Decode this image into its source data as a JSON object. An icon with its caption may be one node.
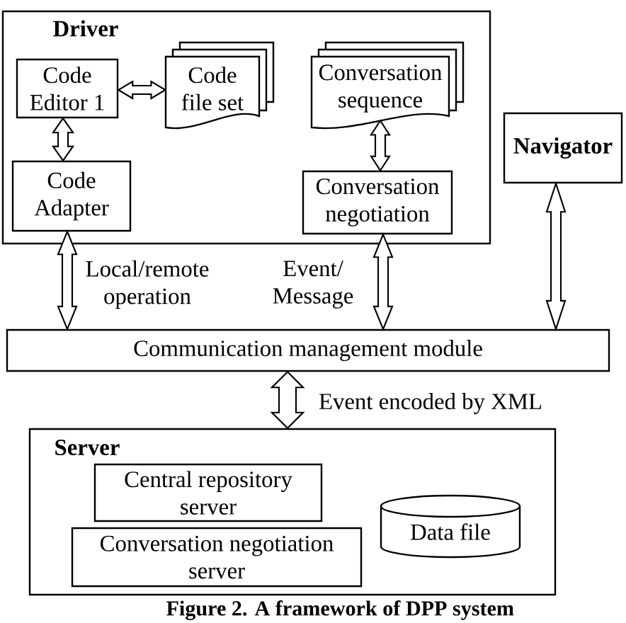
{
  "diagram": {
    "caption": "Figure 2. A framework of DPP system",
    "nodes": [
      {
        "text": [
          "Driver"
        ]
      },
      {
        "text": [
          "Code Editor 1"
        ],
        "in": 0
      },
      {
        "text": [
          "Code file set"
        ],
        "in": 0
      },
      {
        "text": [
          "Code Adapter"
        ],
        "in": 0
      },
      {
        "text": [
          "Conversation sequence"
        ],
        "in": 0
      },
      {
        "text": [
          "Conversation negotiation"
        ],
        "in": 0
      },
      {
        "text": [
          "Navigator"
        ]
      },
      {
        "text": [
          "Communication management module"
        ]
      },
      {
        "text": [
          "Server"
        ]
      },
      {
        "text": [
          "Central repository server"
        ],
        "in": 8
      },
      {
        "text": [
          "Conversation negotiation server"
        ],
        "in": 8
      },
      {
        "text": [
          "Data file"
        ],
        "in": 8
      }
    ],
    "edges": [
      {
        "from": 1,
        "to": 2,
        "arrow": "both"
      },
      {
        "from": 1,
        "to": 3,
        "arrow": "both"
      },
      {
        "from": 4,
        "to": 5,
        "arrow": "both"
      },
      {
        "from": 3,
        "to": 7,
        "arrow": "both",
        "label": "Local/remote operation"
      },
      {
        "from": 5,
        "to": 7,
        "arrow": "both",
        "label": "Event/ Message"
      },
      {
        "from": 6,
        "to": 7,
        "arrow": "both"
      },
      {
        "from": 7,
        "to": 8,
        "arrow": "both",
        "label": "Event encoded by XML"
      }
    ]
  }
}
